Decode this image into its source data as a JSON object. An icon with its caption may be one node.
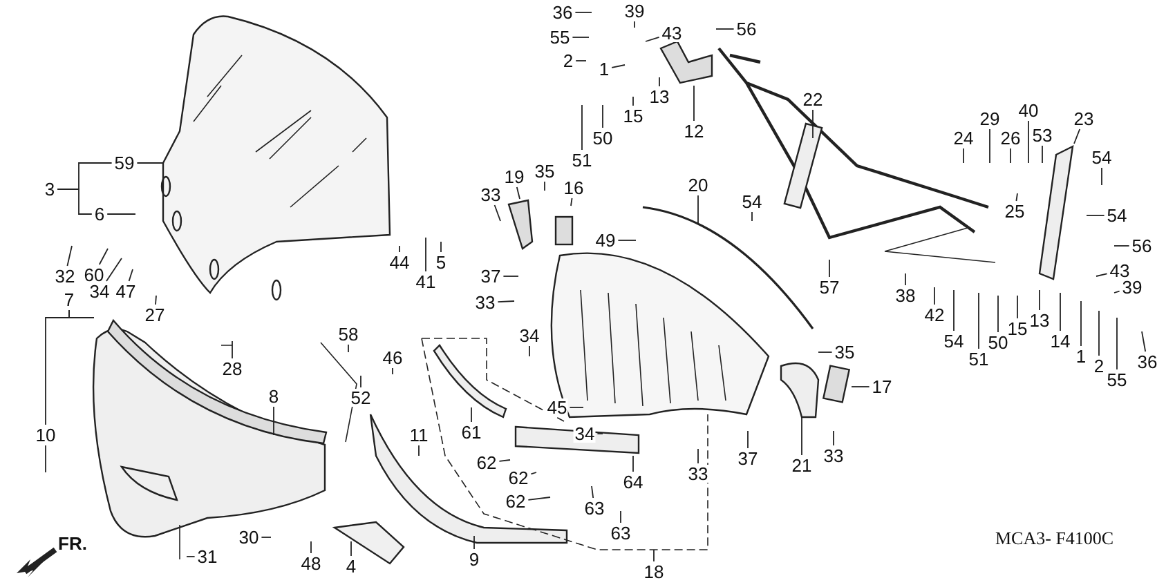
{
  "diagram": {
    "nodes": [
      {
        "text": [
          "3"
        ]
      },
      {
        "text": [
          "59"
        ]
      },
      {
        "text": [
          "6"
        ]
      },
      {
        "text": [
          "32"
        ]
      },
      {
        "text": [
          "60"
        ]
      },
      {
        "text": [
          "34"
        ]
      },
      {
        "text": [
          "47"
        ]
      },
      {
        "text": [
          "27"
        ]
      },
      {
        "text": [
          "7"
        ]
      },
      {
        "text": [
          "10"
        ]
      },
      {
        "text": [
          "8"
        ]
      },
      {
        "text": [
          "28"
        ]
      },
      {
        "text": [
          "58"
        ]
      },
      {
        "text": [
          "52"
        ]
      },
      {
        "text": [
          "46"
        ]
      },
      {
        "text": [
          "44"
        ]
      },
      {
        "text": [
          "41"
        ]
      },
      {
        "text": [
          "5"
        ]
      },
      {
        "text": [
          "11"
        ]
      },
      {
        "text": [
          "61"
        ]
      },
      {
        "text": [
          "62"
        ]
      },
      {
        "text": [
          "62"
        ]
      },
      {
        "text": [
          "62"
        ]
      },
      {
        "text": [
          "9"
        ]
      },
      {
        "text": [
          "4"
        ]
      },
      {
        "text": [
          "48"
        ]
      },
      {
        "text": [
          "30"
        ]
      },
      {
        "text": [
          "31"
        ]
      },
      {
        "text": [
          "36"
        ]
      },
      {
        "text": [
          "55"
        ]
      },
      {
        "text": [
          "2"
        ]
      },
      {
        "text": [
          "1"
        ]
      },
      {
        "text": [
          "39"
        ]
      },
      {
        "text": [
          "43"
        ]
      },
      {
        "text": [
          "56"
        ]
      },
      {
        "text": [
          "13"
        ]
      },
      {
        "text": [
          "15"
        ]
      },
      {
        "text": [
          "12"
        ]
      },
      {
        "text": [
          "50"
        ]
      },
      {
        "text": [
          "51"
        ]
      },
      {
        "text": [
          "33"
        ]
      },
      {
        "text": [
          "19"
        ]
      },
      {
        "text": [
          "35"
        ]
      },
      {
        "text": [
          "16"
        ]
      },
      {
        "text": [
          "20"
        ]
      },
      {
        "text": [
          "49"
        ]
      },
      {
        "text": [
          "37"
        ]
      },
      {
        "text": [
          "33"
        ]
      },
      {
        "text": [
          "34"
        ]
      },
      {
        "text": [
          "45"
        ]
      },
      {
        "text": [
          "34"
        ]
      },
      {
        "text": [
          "22"
        ]
      },
      {
        "text": [
          "54"
        ]
      },
      {
        "text": [
          "57"
        ]
      },
      {
        "text": [
          "38"
        ]
      },
      {
        "text": [
          "42"
        ]
      },
      {
        "text": [
          "54"
        ]
      },
      {
        "text": [
          "51"
        ]
      },
      {
        "text": [
          "50"
        ]
      },
      {
        "text": [
          "15"
        ]
      },
      {
        "text": [
          "13"
        ]
      },
      {
        "text": [
          "14"
        ]
      },
      {
        "text": [
          "1"
        ]
      },
      {
        "text": [
          "2"
        ]
      },
      {
        "text": [
          "55"
        ]
      },
      {
        "text": [
          "36"
        ]
      },
      {
        "text": [
          "24"
        ]
      },
      {
        "text": [
          "29"
        ]
      },
      {
        "text": [
          "26"
        ]
      },
      {
        "text": [
          "40"
        ]
      },
      {
        "text": [
          "53"
        ]
      },
      {
        "text": [
          "25"
        ]
      },
      {
        "text": [
          "23"
        ]
      },
      {
        "text": [
          "54"
        ]
      },
      {
        "text": [
          "54"
        ]
      },
      {
        "text": [
          "56"
        ]
      },
      {
        "text": [
          "43"
        ]
      },
      {
        "text": [
          "39"
        ]
      },
      {
        "text": [
          "35"
        ]
      },
      {
        "text": [
          "17"
        ]
      },
      {
        "text": [
          "21"
        ]
      },
      {
        "text": [
          "33"
        ]
      },
      {
        "text": [
          "33"
        ]
      },
      {
        "text": [
          "37"
        ]
      },
      {
        "text": [
          "64"
        ]
      },
      {
        "text": [
          "63"
        ]
      },
      {
        "text": [
          "63"
        ]
      },
      {
        "text": [
          "18"
        ]
      }
    ],
    "edges": [
      {
        "from": 0,
        "to": 1,
        "arrow": "none"
      },
      {
        "from": 1,
        "to": null,
        "arrow": "none"
      },
      {
        "from": 2,
        "to": null,
        "arrow": "none"
      },
      {
        "from": 3,
        "to": null,
        "arrow": "none"
      },
      {
        "from": 4,
        "to": null,
        "arrow": "none"
      },
      {
        "from": 5,
        "to": null,
        "arrow": "none"
      },
      {
        "from": 6,
        "to": null,
        "arrow": "none"
      },
      {
        "from": 7,
        "to": null,
        "arrow": "none"
      },
      {
        "from": 8,
        "to": 9,
        "arrow": "none"
      },
      {
        "from": 9,
        "to": null,
        "arrow": "none"
      },
      {
        "from": 10,
        "to": null,
        "arrow": "none"
      },
      {
        "from": 11,
        "to": null,
        "arrow": "none"
      },
      {
        "from": 12,
        "to": null,
        "arrow": "none"
      },
      {
        "from": 13,
        "to": null,
        "arrow": "none"
      },
      {
        "from": 14,
        "to": null,
        "arrow": "none"
      },
      {
        "from": 15,
        "to": null,
        "arrow": "none"
      },
      {
        "from": 16,
        "to": null,
        "arrow": "none"
      },
      {
        "from": 17,
        "to": null,
        "arrow": "none"
      },
      {
        "from": 18,
        "to": null,
        "arrow": "none"
      },
      {
        "from": 19,
        "to": null,
        "arrow": "none"
      },
      {
        "from": 20,
        "to": null,
        "arrow": "none"
      },
      {
        "from": 21,
        "to": null,
        "arrow": "none"
      },
      {
        "from": 22,
        "to": null,
        "arrow": "none"
      },
      {
        "from": 23,
        "to": null,
        "arrow": "none"
      },
      {
        "from": 24,
        "to": null,
        "arrow": "none"
      },
      {
        "from": 25,
        "to": null,
        "arrow": "none"
      },
      {
        "from": 26,
        "to": null,
        "arrow": "none"
      },
      {
        "from": 27,
        "to": null,
        "arrow": "none"
      },
      {
        "from": 28,
        "to": null,
        "arrow": "none"
      },
      {
        "from": 29,
        "to": null,
        "arrow": "none"
      },
      {
        "from": 30,
        "to": null,
        "arrow": "none"
      },
      {
        "from": 31,
        "to": null,
        "arrow": "none"
      },
      {
        "from": 32,
        "to": null,
        "arrow": "none"
      },
      {
        "from": 33,
        "to": null,
        "arrow": "none"
      },
      {
        "from": 34,
        "to": null,
        "arrow": "none"
      },
      {
        "from": 35,
        "to": null,
        "arrow": "none"
      },
      {
        "from": 36,
        "to": null,
        "arrow": "none"
      },
      {
        "from": 37,
        "to": null,
        "arrow": "none"
      },
      {
        "from": 38,
        "to": null,
        "arrow": "none"
      },
      {
        "from": 39,
        "to": null,
        "arrow": "none"
      },
      {
        "from": 40,
        "to": null,
        "arrow": "none"
      },
      {
        "from": 41,
        "to": null,
        "arrow": "none"
      },
      {
        "from": 42,
        "to": null,
        "arrow": "none"
      },
      {
        "from": 43,
        "to": null,
        "arrow": "none"
      },
      {
        "from": 44,
        "to": null,
        "arrow": "none"
      },
      {
        "from": 45,
        "to": null,
        "arrow": "none"
      },
      {
        "from": 46,
        "to": null,
        "arrow": "none"
      },
      {
        "from": 47,
        "to": null,
        "arrow": "none"
      },
      {
        "from": 48,
        "to": null,
        "arrow": "none"
      },
      {
        "from": 49,
        "to": null,
        "arrow": "none"
      },
      {
        "from": 50,
        "to": null,
        "arrow": "none"
      },
      {
        "from": 51,
        "to": null,
        "arrow": "none"
      },
      {
        "from": 52,
        "to": null,
        "arrow": "none"
      },
      {
        "from": 53,
        "to": null,
        "arrow": "none"
      },
      {
        "from": 54,
        "to": null,
        "arrow": "none"
      },
      {
        "from": 55,
        "to": null,
        "arrow": "none"
      },
      {
        "from": 56,
        "to": null,
        "arrow": "none"
      },
      {
        "from": 57,
        "to": null,
        "arrow": "none"
      },
      {
        "from": 58,
        "to": null,
        "arrow": "none"
      },
      {
        "from": 59,
        "to": null,
        "arrow": "none"
      },
      {
        "from": 60,
        "to": null,
        "arrow": "none"
      },
      {
        "from": 61,
        "to": null,
        "arrow": "none"
      },
      {
        "from": 62,
        "to": null,
        "arrow": "none"
      },
      {
        "from": 63,
        "to": null,
        "arrow": "none"
      },
      {
        "from": 64,
        "to": null,
        "arrow": "none"
      },
      {
        "from": 65,
        "to": null,
        "arrow": "none"
      },
      {
        "from": 66,
        "to": null,
        "arrow": "none"
      },
      {
        "from": 67,
        "to": null,
        "arrow": "none"
      },
      {
        "from": 68,
        "to": null,
        "arrow": "none"
      },
      {
        "from": 69,
        "to": null,
        "arrow": "none"
      },
      {
        "from": 70,
        "to": null,
        "arrow": "none"
      },
      {
        "from": 71,
        "to": null,
        "arrow": "none"
      },
      {
        "from": 72,
        "to": null,
        "arrow": "none"
      },
      {
        "from": 73,
        "to": null,
        "arrow": "none"
      },
      {
        "from": 74,
        "to": null,
        "arrow": "none"
      },
      {
        "from": 75,
        "to": null,
        "arrow": "none"
      },
      {
        "from": 76,
        "to": null,
        "arrow": "none"
      },
      {
        "from": 77,
        "to": null,
        "arrow": "none"
      },
      {
        "from": 78,
        "to": null,
        "arrow": "none"
      },
      {
        "from": 79,
        "to": null,
        "arrow": "none"
      },
      {
        "from": 80,
        "to": null,
        "arrow": "none"
      },
      {
        "from": 81,
        "to": null,
        "arrow": "none"
      },
      {
        "from": 82,
        "to": null,
        "arrow": "none"
      },
      {
        "from": 83,
        "to": null,
        "arrow": "none"
      },
      {
        "from": 84,
        "to": null,
        "arrow": "none"
      },
      {
        "from": 85,
        "to": null,
        "arrow": "none"
      },
      {
        "from": 86,
        "to": null,
        "arrow": "none"
      },
      {
        "from": 87,
        "to": null,
        "arrow": "none"
      },
      {
        "from": 0,
        "to": 2,
        "arrow": "none"
      },
      {
        "from": 8,
        "to": null,
        "arrow": "none"
      }
    ],
    "labels": [
      "FR.",
      "MCA3- F4100C"
    ]
  }
}
